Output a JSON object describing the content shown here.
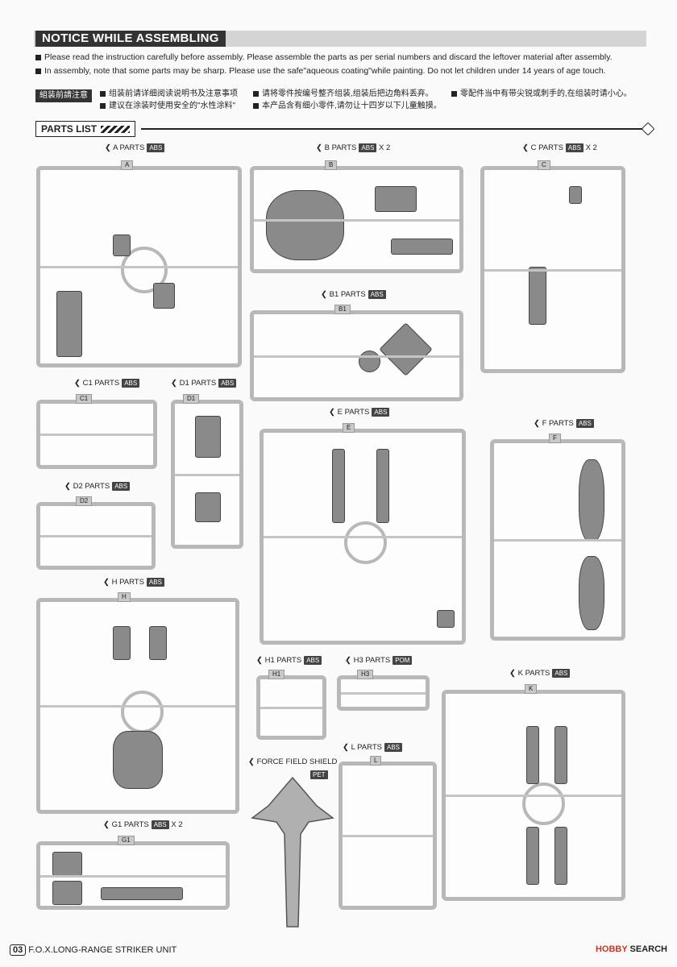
{
  "notice": {
    "title": "NOTICE WHILE ASSEMBLING",
    "line1": "Please read the instruction carefully before assembly.  Please assemble the parts as per serial numbers and discard the leftover material after assembly.",
    "line2": "In assembly, note that some parts may be sharp.  Please use the safe\"aqueous coating\"while painting. Do not let children under 14 years of age touch.",
    "cn_tag": "組装前請注意",
    "cn1a": "组装前请详细阅读说明书及注意事项",
    "cn1b": "请将零件按编号整齐组装,组装后把边角料丢弃。",
    "cn1c": "零配件当中有带尖锐或刺手的,在组装时请小心。",
    "cn2a": "建议在涂装时使用安全的\"水性涂料\"",
    "cn2b": "本产品含有细小零件,请勿让十四岁以下儿童触摸。"
  },
  "parts_list_label": "PARTS LIST",
  "sprues": [
    {
      "id": "a",
      "title": "A PARTS",
      "material": "ABS",
      "tab": "A",
      "count": ""
    },
    {
      "id": "b",
      "title": "B PARTS",
      "material": "ABS",
      "tab": "B",
      "count": "X 2"
    },
    {
      "id": "c",
      "title": "C PARTS",
      "material": "ABS",
      "tab": "C",
      "count": "X 2"
    },
    {
      "id": "b1",
      "title": "B1 PARTS",
      "material": "ABS",
      "tab": "B1",
      "count": ""
    },
    {
      "id": "c1",
      "title": "C1 PARTS",
      "material": "ABS",
      "tab": "C1",
      "count": ""
    },
    {
      "id": "d1",
      "title": "D1 PARTS",
      "material": "ABS",
      "tab": "D1",
      "count": ""
    },
    {
      "id": "e",
      "title": "E PARTS",
      "material": "ABS",
      "tab": "E",
      "count": ""
    },
    {
      "id": "f",
      "title": "F PARTS",
      "material": "ABS",
      "tab": "F",
      "count": ""
    },
    {
      "id": "d2",
      "title": "D2 PARTS",
      "material": "ABS",
      "tab": "D2",
      "count": ""
    },
    {
      "id": "h",
      "title": "H PARTS",
      "material": "ABS",
      "tab": "H",
      "count": ""
    },
    {
      "id": "h1",
      "title": "H1 PARTS",
      "material": "ABS",
      "tab": "H1",
      "count": ""
    },
    {
      "id": "h3",
      "title": "H3 PARTS",
      "material": "POM",
      "tab": "H3",
      "count": ""
    },
    {
      "id": "k",
      "title": "K PARTS",
      "material": "ABS",
      "tab": "K",
      "count": ""
    },
    {
      "id": "shield",
      "title": "FORCE FIELD SHIELD",
      "material": "PET",
      "tab": "",
      "count": ""
    },
    {
      "id": "l",
      "title": "L PARTS",
      "material": "ABS",
      "tab": "L",
      "count": ""
    },
    {
      "id": "g1",
      "title": "G1 PARTS",
      "material": "ABS",
      "tab": "G1",
      "count": "X 2"
    }
  ],
  "footer": {
    "page": "03",
    "product": "F.O.X.LONG-RANGE STRIKER UNIT",
    "brand": "HOBBY",
    "brand2": "SEARCH"
  }
}
